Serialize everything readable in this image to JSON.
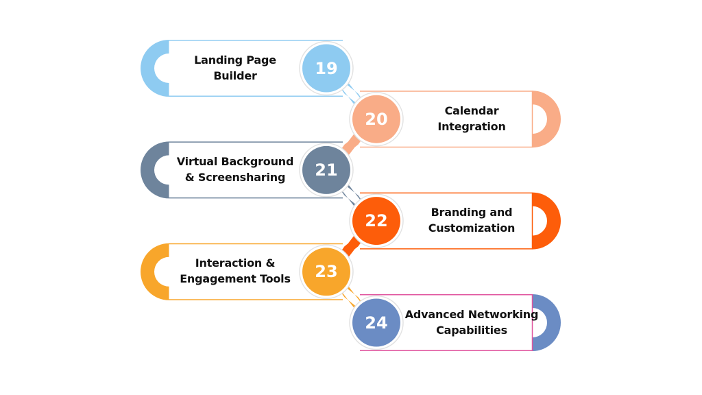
{
  "title": "Feature steps 19-24",
  "items": [
    {
      "number": "19",
      "line1": "Landing Page",
      "line2": "Builder",
      "side": "left",
      "color": "#8ecbf1",
      "border": "#8ecbf1"
    },
    {
      "number": "20",
      "line1": "Calendar",
      "line2": "Integration",
      "side": "right",
      "color": "#f9ac87",
      "border": "#f9ac87"
    },
    {
      "number": "21",
      "line1": "Virtual Background",
      "line2": "& Screensharing",
      "side": "left",
      "color": "#6e849c",
      "border": "#6e849c"
    },
    {
      "number": "22",
      "line1": "Branding and",
      "line2": "Customization",
      "side": "right",
      "color": "#fd5d0a",
      "border": "#fd5d0a"
    },
    {
      "number": "23",
      "line1": "Interaction &",
      "line2": "Engagement Tools",
      "side": "left",
      "color": "#f8a62b",
      "border": "#f8a62b"
    },
    {
      "number": "24",
      "line1": "Advanced Networking",
      "line2": "Capabilities",
      "side": "right",
      "color": "#6b8cc4",
      "border": "#e0569f"
    }
  ]
}
